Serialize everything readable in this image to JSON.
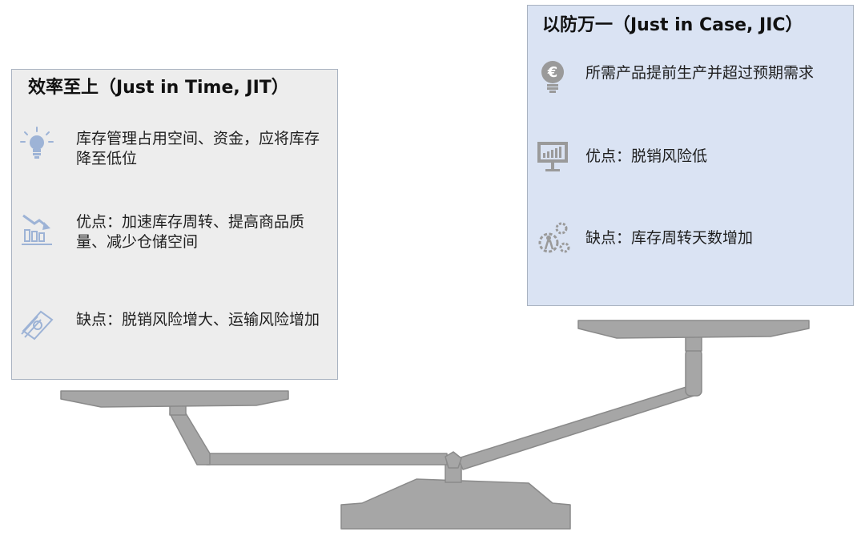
{
  "left_panel": {
    "title": "效率至上（Just in Time, JIT）",
    "items": [
      {
        "icon": "lightbulb-icon",
        "text": "库存管理占用空间、资金，应将库存降至低位"
      },
      {
        "icon": "bar-chart-down-icon",
        "text": "优点：加速库存周转、提高商品质量、减少仓储空间"
      },
      {
        "icon": "money-stack-icon",
        "text": "缺点：脱销风险增大、运输风险增加"
      }
    ]
  },
  "right_panel": {
    "title": "以防万一（Just in Case, JIC）",
    "items": [
      {
        "icon": "euro-bulb-icon",
        "text": "所需产品提前生产并超过预期需求"
      },
      {
        "icon": "presentation-board-icon",
        "text": "优点：脱销风险低"
      },
      {
        "icon": "gears-person-icon",
        "text": "缺点：库存周转天数增加"
      }
    ]
  },
  "colors": {
    "left_panel_bg": "#ededed",
    "right_panel_bg": "#dae3f3",
    "scale_gray": "#a6a6a6",
    "scale_outline": "#8c8c8c",
    "icon_blue": "#9db3d6"
  }
}
